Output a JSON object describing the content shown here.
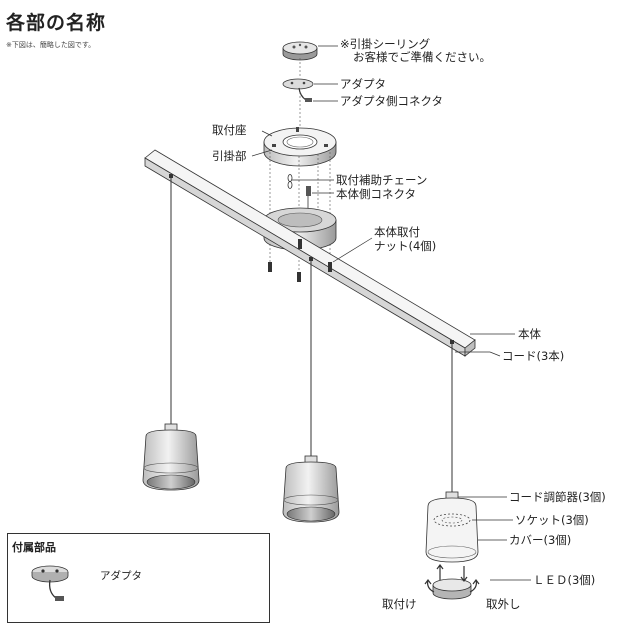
{
  "header": {
    "title": "各部の名称",
    "note": "※下図は、簡略した図です。"
  },
  "labels": {
    "ceiling": "※引掛シーリング",
    "ceiling_note": "お客様でご準備ください。",
    "adapter": "アダプタ",
    "adapter_connector": "アダプタ側コネクタ",
    "mount_base": "取付座",
    "hook": "引掛部",
    "safety_chain": "取付補助チェーン",
    "body_connector": "本体側コネクタ",
    "nut_line1": "本体取付",
    "nut_line2": "ナット(4個)",
    "body": "本体",
    "cord": "コード(3本)",
    "cord_adjuster": "コード調節器(3個)",
    "socket": "ソケット(3個)",
    "cover": "カバー(3個)",
    "led": "ＬＥＤ(3個)",
    "attach": "取付け",
    "detach": "取外し"
  },
  "accessories": {
    "title": "付属部品",
    "item": "アダプタ"
  }
}
